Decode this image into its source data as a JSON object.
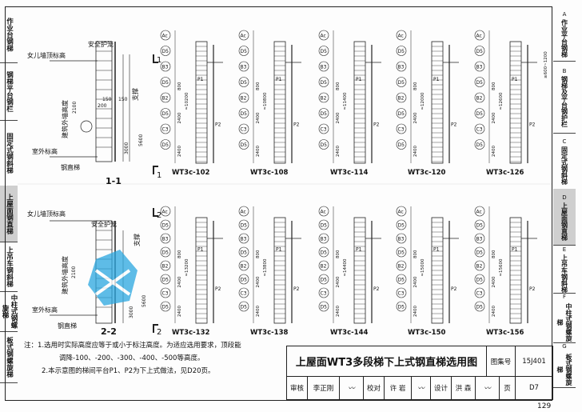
{
  "left_tabs": [
    {
      "label": "作业台钢梯",
      "active": false
    },
    {
      "label": "钢梯平台钢栏",
      "active": false
    },
    {
      "label": "固定式钢斜梯",
      "active": false
    },
    {
      "label": "上屋面钢直梯",
      "active": true
    },
    {
      "label": "上吊车钢斜梯",
      "active": false
    },
    {
      "label": "中柱式钢螺旋梯",
      "active": false
    },
    {
      "label": "板式钢螺旋梯",
      "active": false
    }
  ],
  "right_tabs": [
    {
      "letter": "A",
      "label": "作业平台钢梯",
      "active": false
    },
    {
      "letter": "B",
      "label": "钢梯及平台钢护栏",
      "active": false
    },
    {
      "letter": "C",
      "label": "固定式钢斜梯",
      "active": false
    },
    {
      "letter": "D",
      "label": "上屋面钢直梯",
      "active": true
    },
    {
      "letter": "E",
      "label": "上吊车钢斜梯",
      "active": false
    },
    {
      "letter": "F",
      "label": "中柱式钢螺旋梯",
      "active": false
    },
    {
      "letter": "G",
      "label": "板式钢螺旋梯",
      "active": false
    }
  ],
  "section_1": {
    "title": "1-1",
    "marker": "1",
    "labels": {
      "guard": "安全护笼",
      "parapet": "女儿墙顶标高",
      "building_height": "建筑外墙高度",
      "ground": "室外标高",
      "ladder": "钢直梯",
      "support": "支撑"
    },
    "dims": {
      "d1": "150",
      "d2": "150",
      "d3": "200",
      "d4": "2100",
      "d5": "5600",
      "d6": "3000"
    }
  },
  "section_2": {
    "title": "2-2",
    "marker": "2",
    "labels": {
      "guard": "安全护笼",
      "parapet": "女儿墙顶标高",
      "building_height": "建筑外墙高度",
      "ground": "室外标高",
      "ladder": "钢直梯",
      "support": "支撑"
    },
    "dims": {
      "d4": "2100",
      "d5": "5600",
      "d6": "3000"
    }
  },
  "ladders_top": [
    {
      "code": "WT3c-102",
      "height": "≈10200"
    },
    {
      "code": "WT3c-108",
      "height": "≈10800"
    },
    {
      "code": "WT3c-114",
      "height": "≈11400"
    },
    {
      "code": "WT3c-120",
      "height": "≈12000"
    },
    {
      "code": "WT3c-126",
      "height": "≈12600"
    }
  ],
  "ladders_bottom": [
    {
      "code": "WT3c-132",
      "height": "≈13200"
    },
    {
      "code": "WT3c-138",
      "height": "≈13800"
    },
    {
      "code": "WT3c-144",
      "height": "≈14400"
    },
    {
      "code": "WT3c-150",
      "height": "≈15000"
    },
    {
      "code": "WT3c-156",
      "height": "≈15600"
    }
  ],
  "segment_labels": [
    "Ac",
    "D5",
    "B3",
    "D5",
    "B2",
    "D5",
    "C3",
    "D5"
  ],
  "segment_dims": [
    "2400",
    "2400",
    "800"
  ],
  "platform_labels": [
    "P1",
    "P2"
  ],
  "extra_dim": "≥600~1200",
  "notes": [
    "注：1.选用时实际高度应等于或小于标注高度。为适应选用要求，顶段能",
    "调降-100、-200、-300、-400、-500等高度。",
    "2.本示意图的梯间平台P1、P2为下上式做法，见D20页。"
  ],
  "title_block": {
    "title": "上屋面WT3多段梯下上式钢直梯选用图",
    "atlas_label": "图集号",
    "atlas_no": "15J401",
    "review": "审核",
    "reviewer": "李正刚",
    "check": "校对",
    "checker": "许 岩",
    "design": "设计",
    "designer": "洪 森",
    "page_label": "页",
    "page": "D7"
  },
  "page_number": "129"
}
